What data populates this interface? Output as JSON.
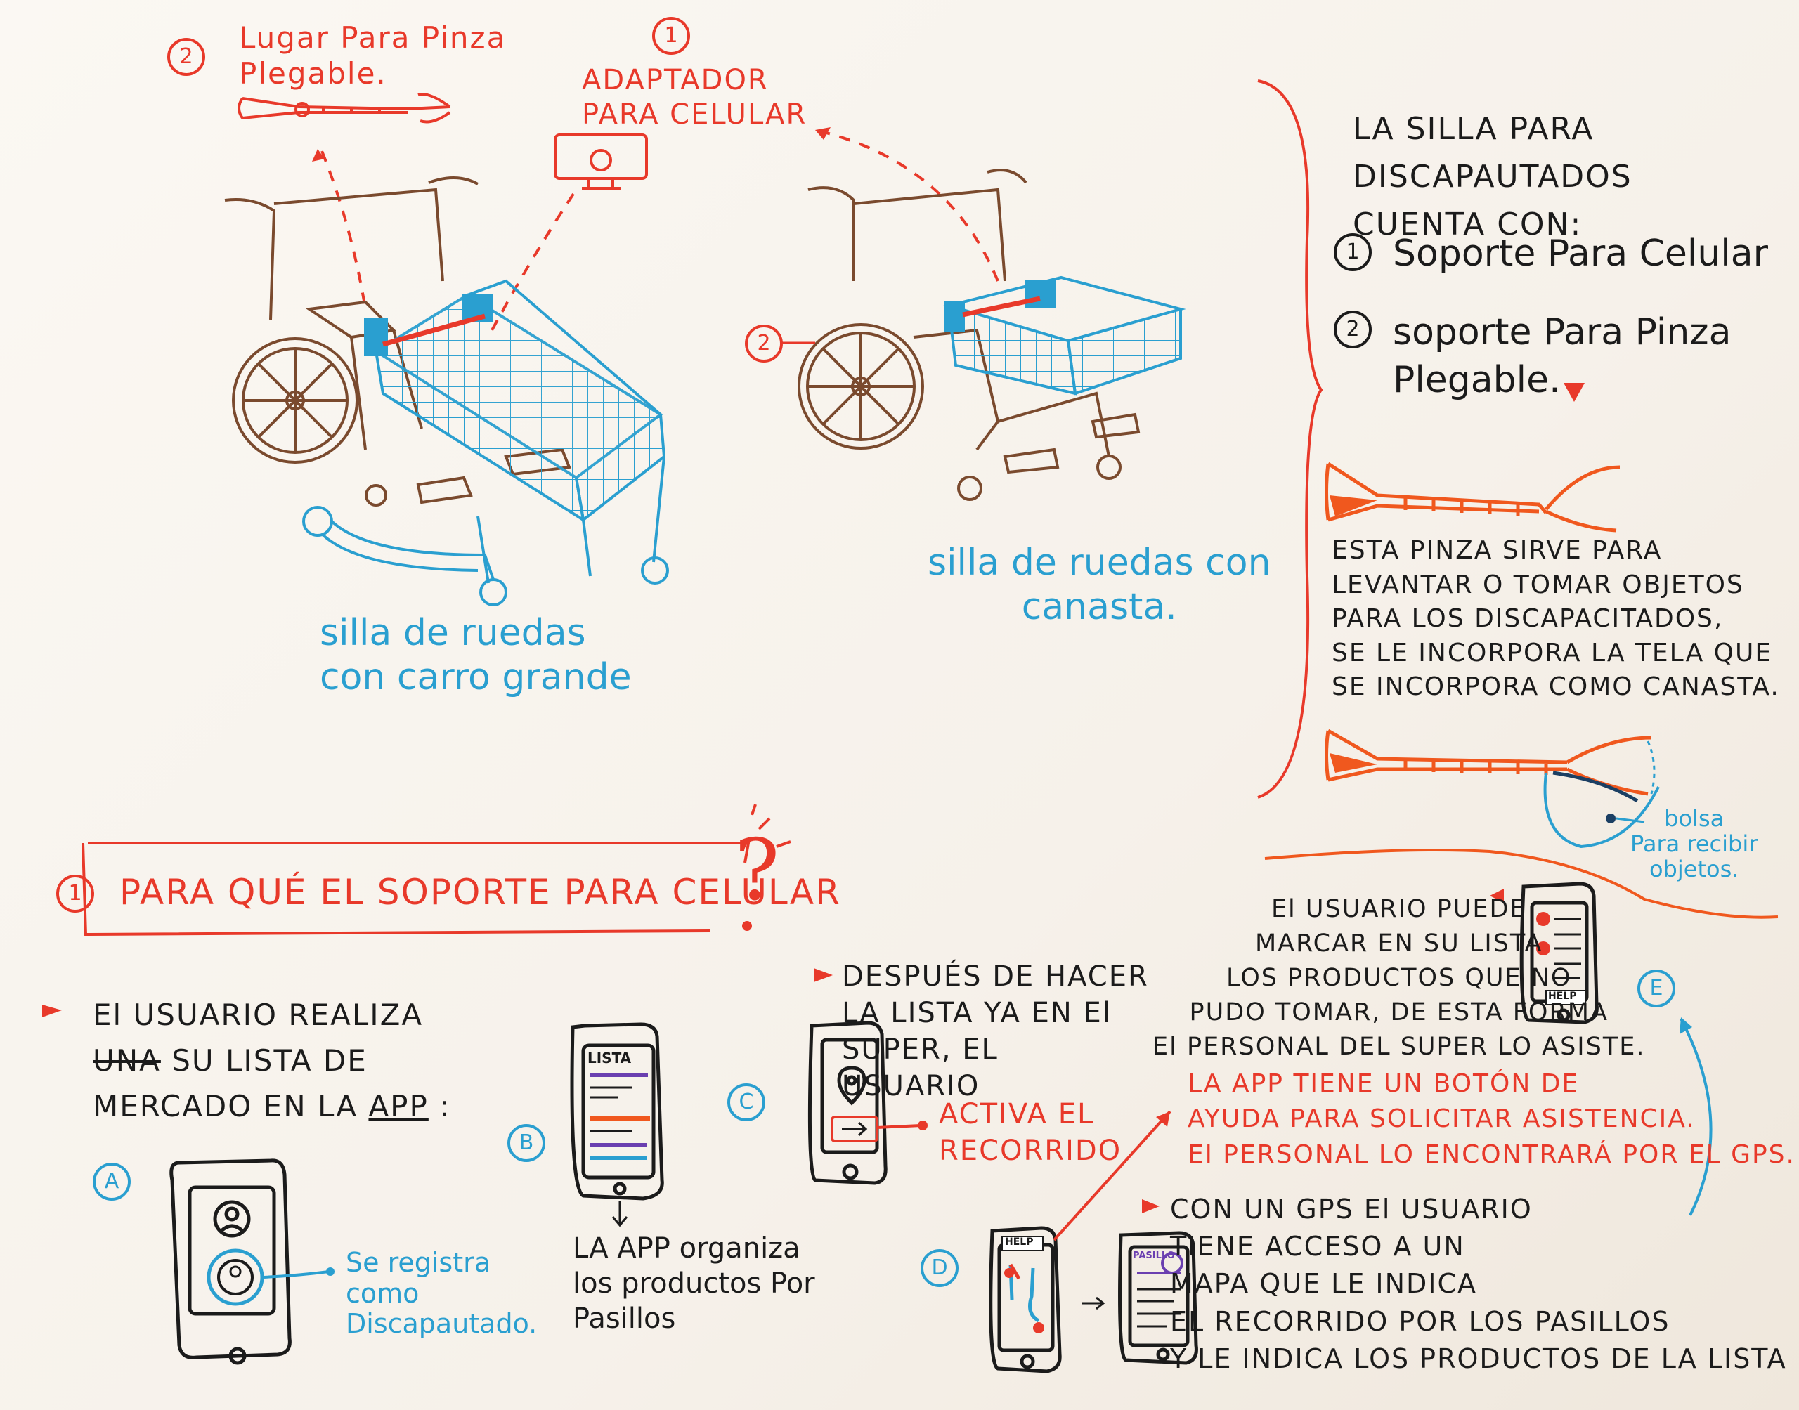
{
  "top": {
    "callout_2_number": "2",
    "callout_2_text": "Lugar Para Pinza\nPlegable.",
    "callout_1_number": "1",
    "callout_1_text": "ADAPTADOR\nPARA CELULAR",
    "chair_left_caption": "silla de ruedas\ncon carro grande",
    "chair_right_caption": "silla de ruedas con\ncanasta.",
    "chair_right_number": "2"
  },
  "right_panel": {
    "heading": "LA SILLA PARA DISCAPAUTADOS\nCUENTA CON:",
    "item1_number": "1",
    "item1_text": "Soporte Para Celular",
    "item2_number": "2",
    "item2_text": "soporte Para Pinza\nPlegable.",
    "pinza_description": "ESTA PINZA SIRVE PARA\nLEVANTAR O TOMAR OBJETOS\nPARA LOS DISCAPACITADOS,\nSE LE INCORPORA LA TELA QUE\nSE INCORPORA COMO CANASTA.",
    "bolsa_label": "bolsa\nPara recibir\nobjetos."
  },
  "section": {
    "number": "1",
    "title": "PARA QUÉ EL SOPORTE PARA CELULAR"
  },
  "steps": {
    "intro_line1": "El USUARIO REALIZA",
    "intro_struck": "UNA",
    "intro_line2_rest": " SU LISTA DE",
    "intro_line3": "MERCADO EN LA ",
    "intro_app": "APP",
    "intro_colon": ":",
    "a_label": "A",
    "a_text": "Se registra\ncomo\nDiscapautado.",
    "b_label": "B",
    "b_screen_title": "LISTA",
    "b_text": "LA APP organiza\nlos productos Por\nPasillos",
    "c_label": "C",
    "c_text": "DESPUÉS DE HACER\nLA LISTA YA EN El\nSUPER, EL\nUSUARIO",
    "c_action": "ACTIVA EL\nRECORRIDO",
    "d_label": "D",
    "d_help": "HELP",
    "d_screen2_title": "PASILLO",
    "d_text": "CON UN GPS El USUARIO\nTIENE ACCESO A UN\nMAPA QUE LE INDICA\nEL RECORRIDO POR LOS PASILLOS\nY LE INDICA LOS PRODUCTOS DE LA LISTA",
    "help_text": "LA APP TIENE UN BOTÓN DE\nAYUDA PARA SOLICITAR ASISTENCIA.\nEl PERSONAL LO ENCONTRARÁ POR EL GPS.",
    "e_label": "E",
    "e_help": "HELP",
    "e_text": "El USUARIO PUEDE\nMARCAR EN SU LISTA\nLOS PRODUCTOS QUE NO\nPUDO TOMAR, DE ESTA FORMA\nEl PERSONAL DEL SUPER LO ASISTE."
  },
  "colors": {
    "red": "#e8392a",
    "blue": "#2a9fd0",
    "brown": "#7a4a2e",
    "ink": "#1b1b1b",
    "orange": "#f0581e",
    "purple": "#6a3fb0"
  }
}
